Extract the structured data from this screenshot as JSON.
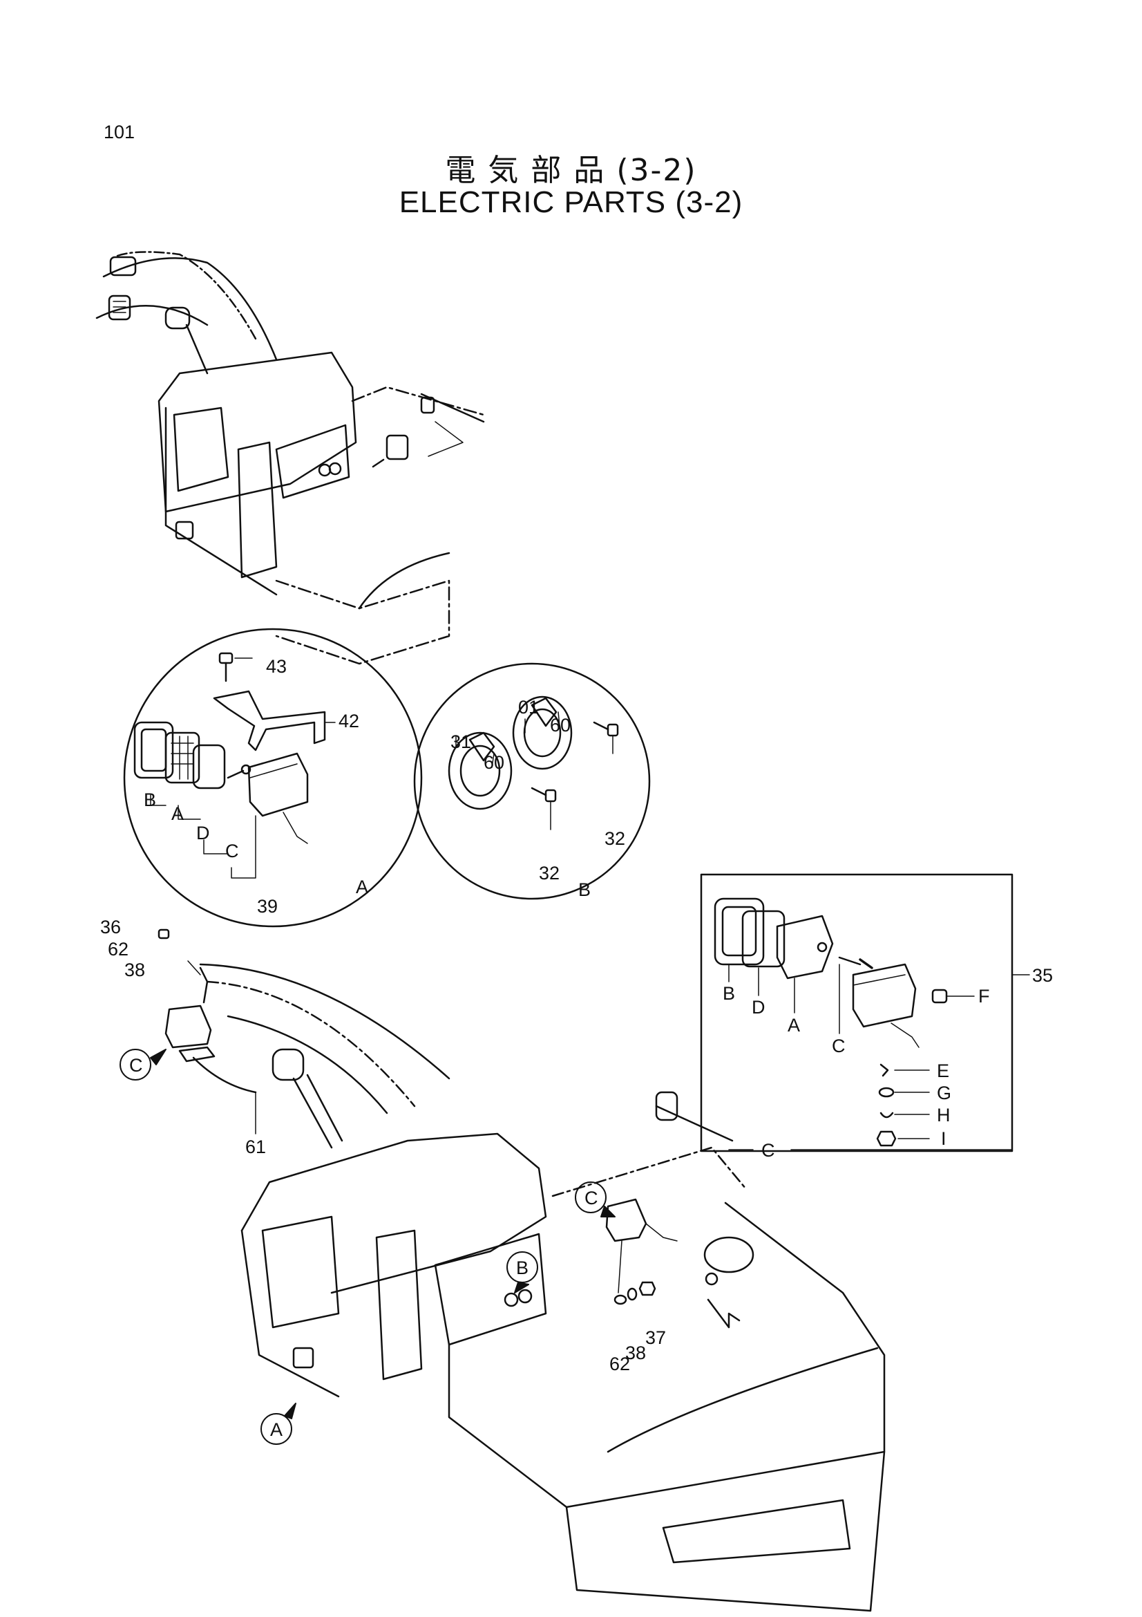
{
  "page_number": "101",
  "title_jp": "電 気 部 品 (3-2)",
  "title_en": "ELECTRIC PARTS (3-2)",
  "detail_a": {
    "callout": "A",
    "labels": {
      "p43": "43",
      "p42": "42",
      "b": "B",
      "a": "A",
      "d": "D",
      "c": "C",
      "p39": "39"
    }
  },
  "detail_b": {
    "callout": "B",
    "labels": {
      "p01": "01",
      "p60a": "60",
      "p31": "31",
      "p60b": "60",
      "p32a": "32",
      "p32b": "32"
    }
  },
  "detail_c": {
    "callout": "C",
    "assembly": "35",
    "labels": {
      "b": "B",
      "d": "D",
      "a": "A",
      "c": "C",
      "f": "F",
      "e": "E",
      "g": "G",
      "h": "H",
      "i": "I"
    }
  },
  "main_view": {
    "labels": {
      "p36": "36",
      "p62": "62",
      "p38": "38",
      "p61": "61",
      "p62b": "62",
      "p38b": "38",
      "p37": "37"
    },
    "callouts": {
      "c_left": "C",
      "c_right": "C",
      "b": "B",
      "a": "A"
    }
  }
}
